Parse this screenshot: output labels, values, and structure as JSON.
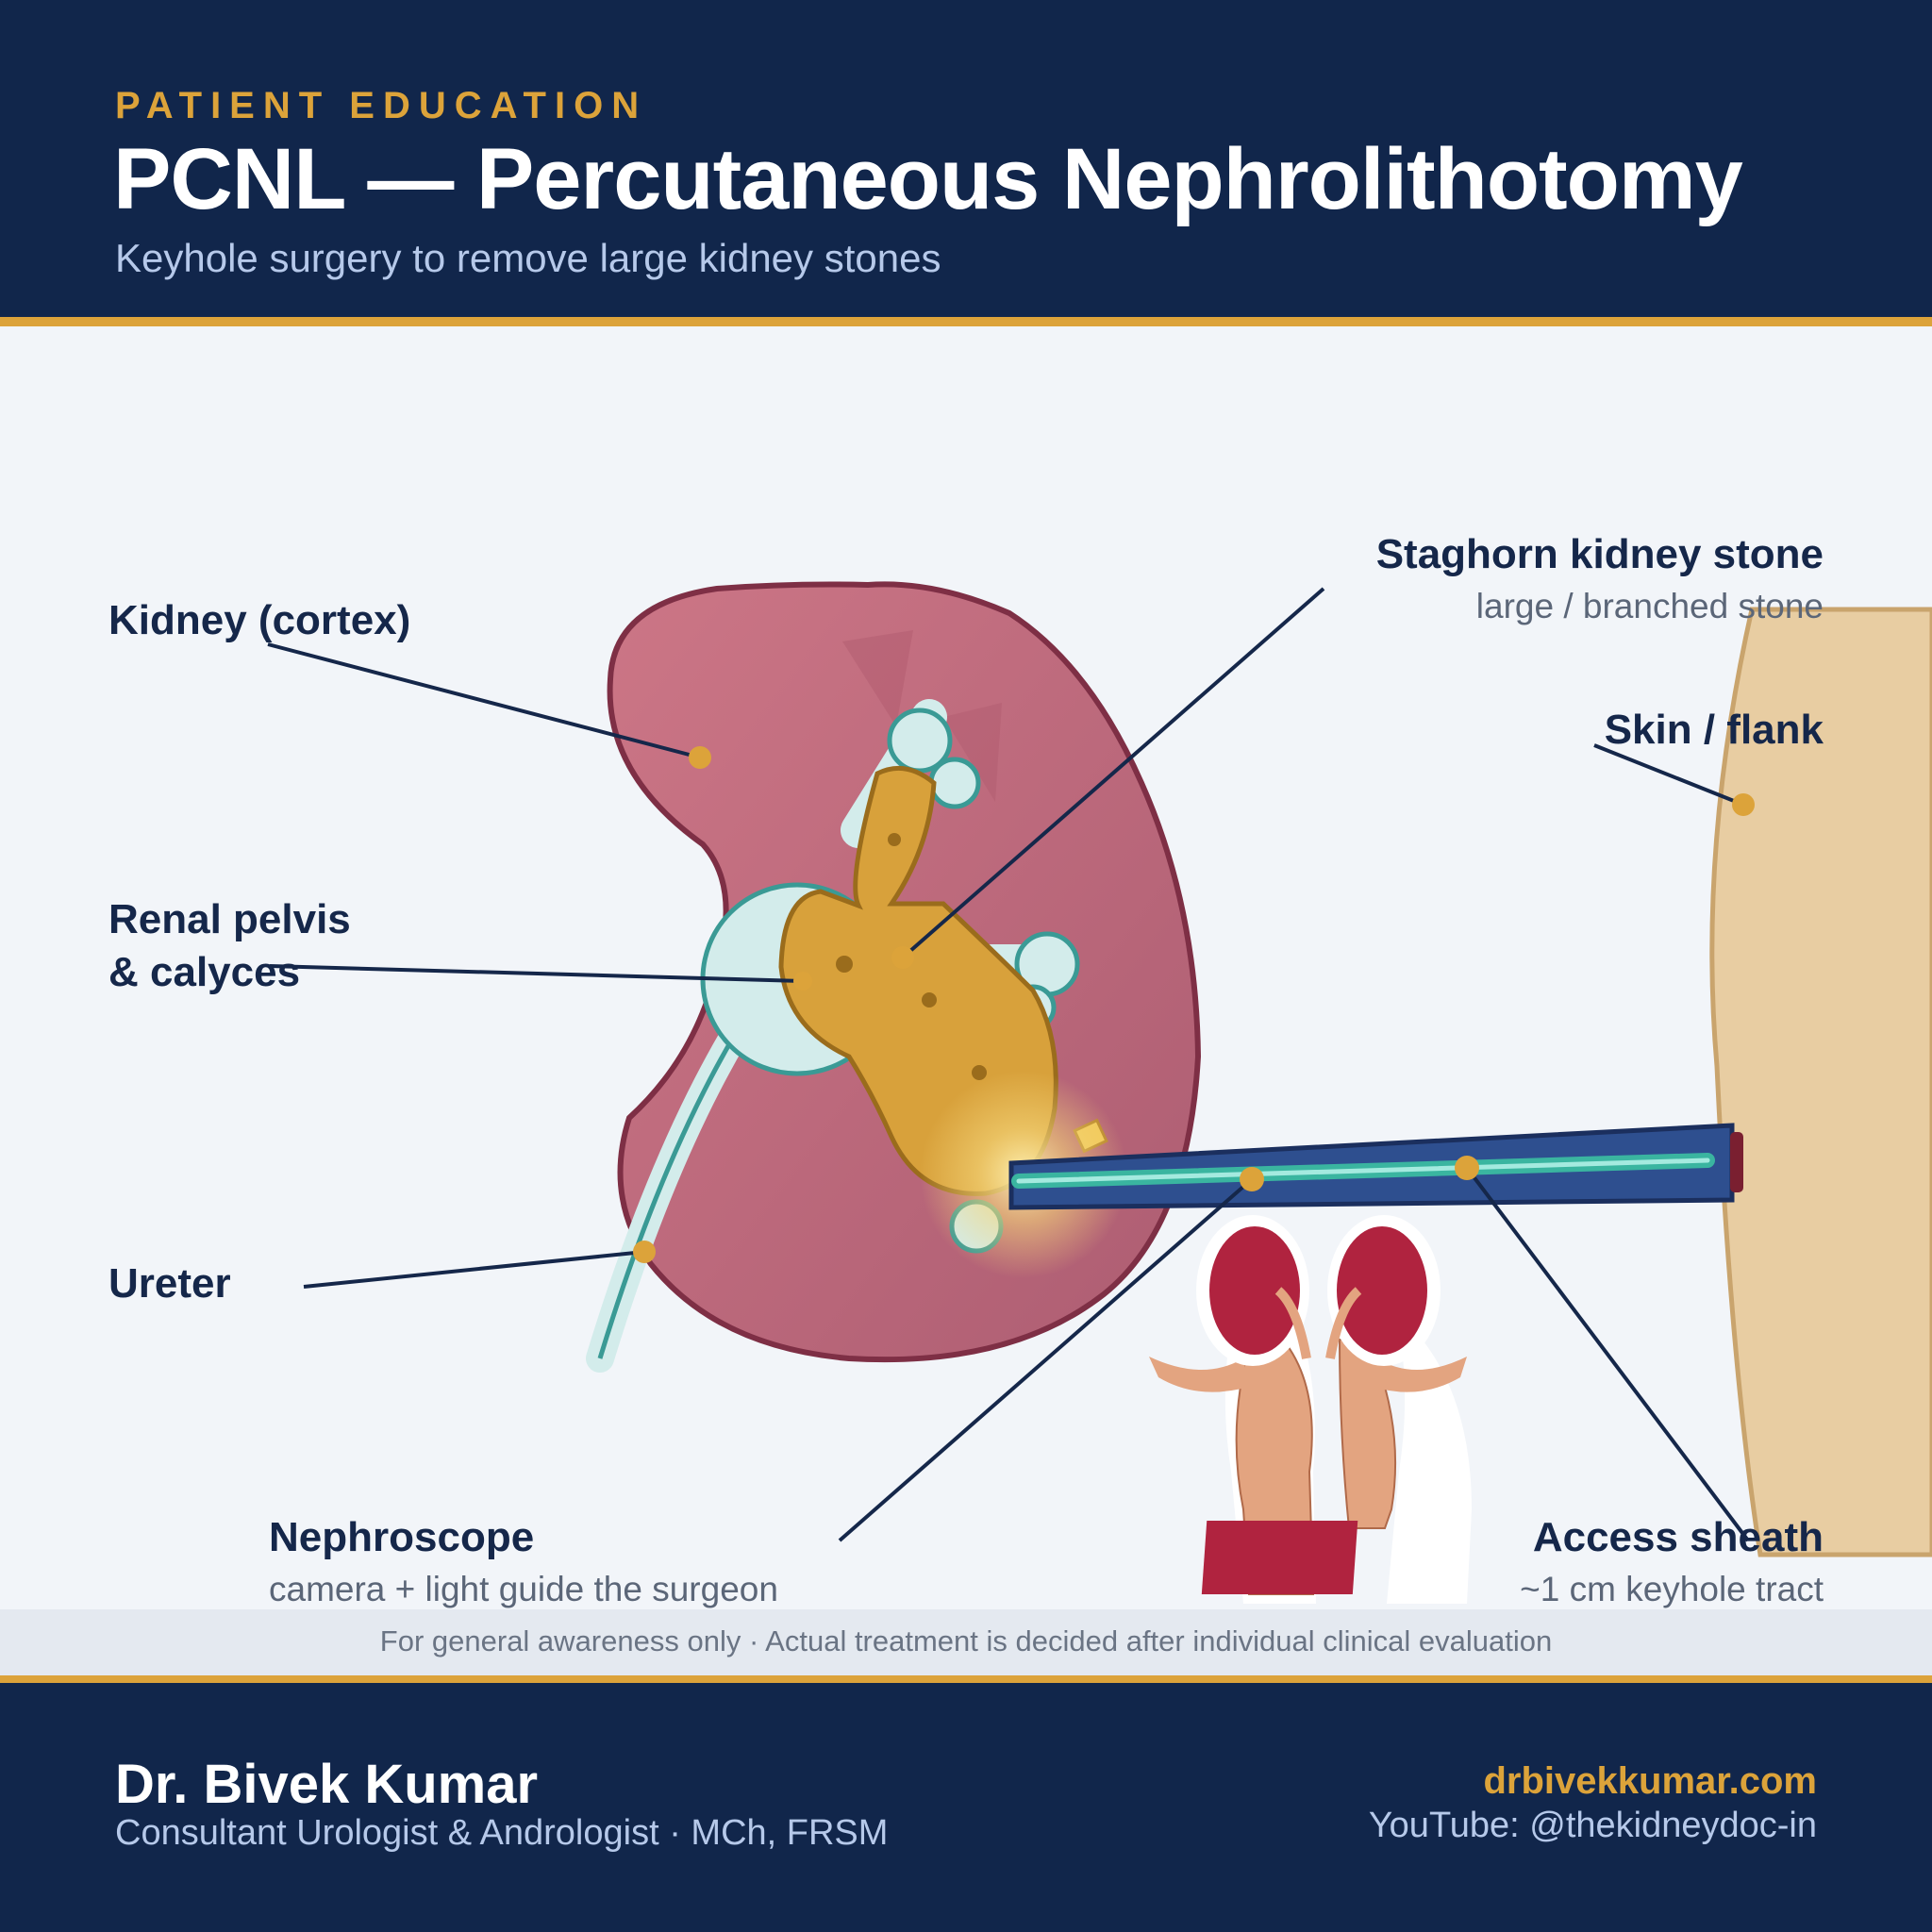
{
  "header": {
    "eyebrow": "PATIENT EDUCATION",
    "title": "PCNL — Percutaneous Nephrolithotomy",
    "subtitle": "Keyhole surgery to remove large kidney stones"
  },
  "labels": {
    "kidney": "Kidney (cortex)",
    "pelvis_line1": "Renal pelvis",
    "pelvis_line2": "& calyces",
    "ureter": "Ureter",
    "stone": "Staghorn kidney stone",
    "stone_sub": "large / branched stone",
    "skin": "Skin / flank",
    "nephroscope": "Nephroscope",
    "nephroscope_sub": "camera + light guide the surgeon",
    "sheath": "Access sheath",
    "sheath_sub": "~1 cm keyhole tract"
  },
  "disclaimer": "For general awareness only · Actual treatment is decided after individual clinical evaluation",
  "footer": {
    "name": "Dr. Bivek Kumar",
    "role": "Consultant Urologist & Andrologist · MCh, FRSM",
    "website": "drbivekkumar.com",
    "youtube": "YouTube: @thekidneydoc-in"
  },
  "colors": {
    "navy": "#11264b",
    "gold": "#dca33a",
    "kidney": "#b9687a",
    "stone": "#d8a13b",
    "collecting_system": "#d3eceb",
    "skin": "#e8cda2",
    "sheath": "#2e4f8f"
  }
}
